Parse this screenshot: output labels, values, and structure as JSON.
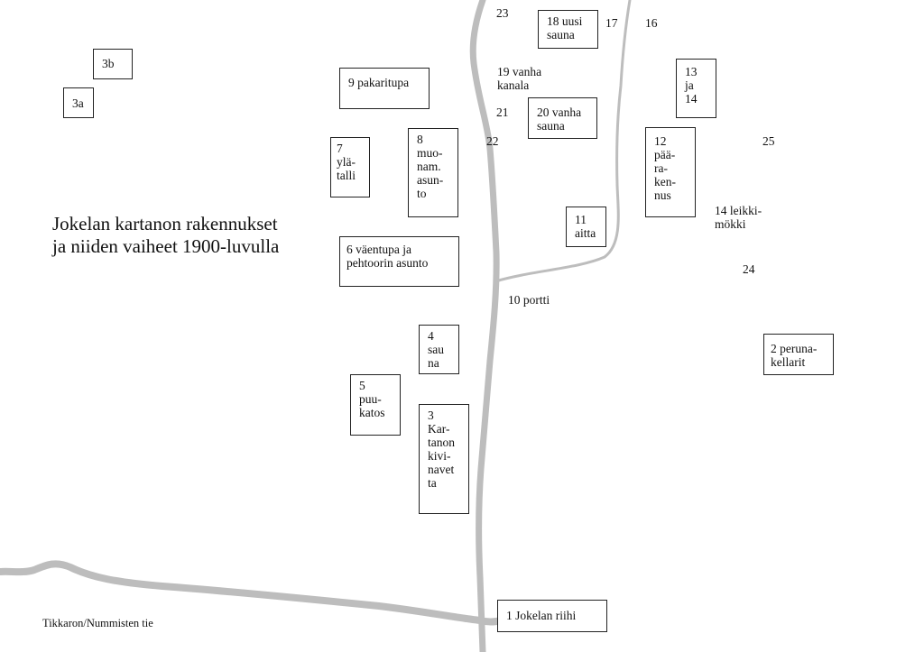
{
  "title": "Jokelan kartanon rakennukset\nja niiden vaiheet 1900-luvulla",
  "road_label": "Tikkaron/Nummisten tie",
  "buildings": {
    "b3b": "3b",
    "b3a": "3a",
    "b9": "9 pakaritupa",
    "b7": "7\nylä-\ntalli",
    "b8": "8\nmuo-\nnam.\nasun-\nto",
    "b6": "6 väentupa ja\npehtoorin asunto",
    "b4": "4\nsau\nna",
    "b5": "5\npuu-\nkatos",
    "b3": "3\nKar-\ntanon\nkivi-\nnavet\nta",
    "b1": "1 Jokelan riihi",
    "b18": "18 uusi\nsauna",
    "b20": "20 vanha\nsauna",
    "b11": "11\naitta",
    "b12": "12\npää-\nra-\nken-\nnus",
    "b13": "13\nja\n14",
    "b2": "2 peruna-\nkellarit"
  },
  "labels": {
    "l23": "23",
    "l17": "17",
    "l16": "16",
    "l19": "19 vanha\nkanala",
    "l21": "21",
    "l22": "22",
    "l25": "25",
    "l14": "14 leikki-\nmökki",
    "l24": "24",
    "l10": "10 portti"
  },
  "colors": {
    "road": "#bdbdbd",
    "border": "#222222",
    "text": "#111111"
  }
}
